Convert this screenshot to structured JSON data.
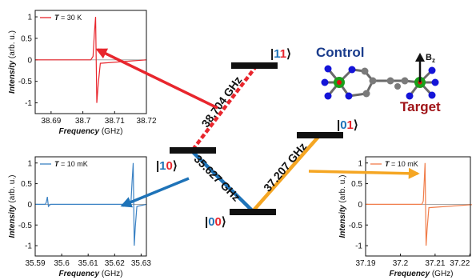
{
  "colors": {
    "red": "#e8262d",
    "blue": "#1e73b8",
    "orange": "#f5a623",
    "spectrum_red": "#e8262d",
    "spectrum_blue": "#3b82c4",
    "spectrum_orange": "#f07d4a",
    "kets": {
      "red": "#e8262d",
      "blue": "#1e73b8",
      "black": "#111111"
    },
    "molecule": {
      "metal": "#1aa01a",
      "center": "#e01010",
      "nitrogen": "#1414d8",
      "carbon": "#7a7a7a",
      "bond": "#6a6a6a"
    },
    "control": "#1a3c8c",
    "target": "#a01418"
  },
  "levels": {
    "l11": {
      "ket_open": "|",
      "q1": "1",
      "q2": "1",
      "ket_close": "⟩"
    },
    "l01": {
      "ket_open": "|",
      "q1": "0",
      "q2": "1",
      "ket_close": "⟩"
    },
    "l10": {
      "ket_open": "|",
      "q1": "1",
      "q2": "0",
      "ket_close": "⟩"
    },
    "l00": {
      "ket_open": "|",
      "q1": "0",
      "q2": "0",
      "ket_close": "⟩"
    }
  },
  "transitions": {
    "red": "38.704 GHz",
    "blue": "35.627 GHz",
    "orange": "37.207 GHz"
  },
  "molecule": {
    "control_label": "Control",
    "target_label": "Target",
    "field_label": "B",
    "field_sub": "z"
  },
  "chart_data": [
    {
      "type": "line",
      "legend": {
        "prefix": "T",
        "value": " = 30 K"
      },
      "xlabel": "Frequency",
      "xunit": " (GHz)",
      "ylabel": "Intensity",
      "yunit": " (arb. u.)",
      "xlim": [
        38.685,
        38.72
      ],
      "ylim": [
        -1.25,
        1.15
      ],
      "xticks": [
        38.69,
        38.7,
        38.71,
        38.72
      ],
      "xtick_labels": [
        "38.69",
        "38.7",
        "38.71",
        "38.72"
      ],
      "yticks": [
        1,
        0.5,
        0,
        -0.5,
        -1
      ],
      "ytick_labels": [
        "1",
        "0.5",
        "0",
        "-0.5",
        "-1"
      ],
      "series": [
        {
          "x": [
            38.685,
            38.7025,
            38.7032,
            38.7036,
            38.704,
            38.7044,
            38.7048,
            38.7055,
            38.72
          ],
          "y": [
            0,
            0,
            0.08,
            0.6,
            1.0,
            -1.0,
            -0.6,
            -0.08,
            0
          ]
        }
      ]
    },
    {
      "type": "line",
      "legend": {
        "prefix": "T",
        "value": " = 10 mK"
      },
      "xlabel": "Frequency",
      "xunit": " (GHz)",
      "ylabel": "Intensity",
      "yunit": " (arb. u.)",
      "xlim": [
        35.59,
        35.632
      ],
      "ylim": [
        -1.25,
        1.15
      ],
      "xticks": [
        35.59,
        35.6,
        35.61,
        35.62,
        35.63
      ],
      "xtick_labels": [
        "35.59",
        "35.6",
        "35.61",
        "35.62",
        "35.63"
      ],
      "yticks": [
        1,
        0.5,
        0,
        -0.5,
        -1
      ],
      "ytick_labels": [
        "1",
        "0.5",
        "0",
        "-0.5",
        "-1"
      ],
      "series": [
        {
          "x": [
            35.59,
            35.5938,
            35.5942,
            35.5946,
            35.595,
            35.5958,
            35.6258,
            35.6262,
            35.6266,
            35.627,
            35.6274,
            35.6278,
            35.6284,
            35.632
          ],
          "y": [
            0,
            0,
            0.05,
            0.18,
            -0.05,
            0,
            0,
            0.08,
            0.55,
            1.0,
            -1.0,
            -0.55,
            -0.05,
            0
          ]
        }
      ]
    },
    {
      "type": "line",
      "legend": {
        "prefix": "T",
        "value": " = 10 mK"
      },
      "xlabel": "Frequency",
      "xunit": " (GHz)",
      "ylabel": "Intensity",
      "yunit": " (arb. u.)",
      "xlim": [
        37.19,
        37.222
      ],
      "ylim": [
        -1.25,
        1.15
      ],
      "xticks": [
        37.19,
        37.2,
        37.21,
        37.22
      ],
      "xtick_labels": [
        "37.19",
        "37.2",
        "37.21",
        "37.22"
      ],
      "yticks": [
        1,
        0.5,
        0,
        -0.5,
        -1
      ],
      "ytick_labels": [
        "1",
        "0.5",
        "0",
        "-0.5",
        "-1"
      ],
      "series": [
        {
          "x": [
            37.19,
            37.2062,
            37.2066,
            37.2069,
            37.2071,
            37.2074,
            37.2077,
            37.2082,
            37.222
          ],
          "y": [
            0,
            0,
            0.08,
            0.6,
            1.0,
            -1.0,
            -0.6,
            -0.08,
            0
          ]
        }
      ]
    }
  ]
}
